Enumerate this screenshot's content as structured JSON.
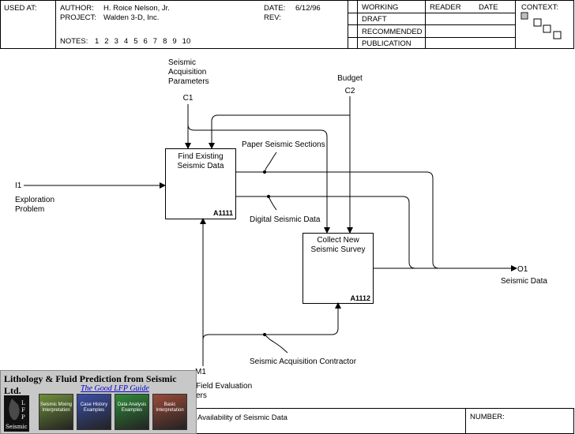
{
  "header": {
    "used_at_label": "USED AT:",
    "author_label": "AUTHOR:",
    "author": "H. Roice Nelson, Jr.",
    "project_label": "PROJECT:",
    "project": "Walden 3-D, Inc.",
    "date_label": "DATE:",
    "date": "6/12/96",
    "rev_label": "REV:",
    "notes_label": "NOTES:",
    "notes": [
      "1",
      "2",
      "3",
      "4",
      "5",
      "6",
      "7",
      "8",
      "9",
      "10"
    ],
    "status": [
      "WORKING",
      "DRAFT",
      "RECOMMENDED",
      "PUBLICATION"
    ],
    "reader_label": "READER",
    "reader_date_label": "DATE",
    "context_label": "CONTEXT:"
  },
  "diagram": {
    "boxes": [
      {
        "title_line1": "Find Existing",
        "title_line2": "Seismic Data",
        "id": "A1111"
      },
      {
        "title_line1": "Collect New",
        "title_line2": "Seismic Survey",
        "id": "A1112"
      }
    ],
    "controls": [
      {
        "code": "C1",
        "label_lines": [
          "Seismic",
          "Acquisition",
          "Parameters"
        ]
      },
      {
        "code": "C2",
        "label_lines": [
          "Budget"
        ]
      }
    ],
    "inputs": [
      {
        "code": "I1",
        "label_lines": [
          "Exploration",
          "Problem"
        ]
      }
    ],
    "outputs": [
      {
        "code": "O1",
        "label_lines": [
          "Seismic Data"
        ]
      }
    ],
    "mechanisms": [
      {
        "code": "M1",
        "label_lines": [
          "Field Evaluation",
          "ers"
        ]
      }
    ],
    "arrow_labels": {
      "paper": "Paper Seismic Sections",
      "digital": "Digital Seismic Data",
      "contractor": "Seismic Acquisition Contractor"
    }
  },
  "footer": {
    "title": "Availability of Seismic Data",
    "number_label": "NUMBER:"
  },
  "logo": {
    "company": "Lithology & Fluid Prediction from Seismic Ltd.",
    "guide": "The Good LFP Guide",
    "badge_letters": [
      "L",
      "F",
      "P"
    ],
    "badge_word": "Seismic",
    "thumbs": [
      "Seismic Mixing Interpretation",
      "Case History Examples",
      "Data Analysis Examples",
      "Basic Interpretation"
    ],
    "thumb_colors": [
      "#6f8f3a",
      "#3a4fa8",
      "#2f8a3a",
      "#9a4a3a"
    ]
  }
}
